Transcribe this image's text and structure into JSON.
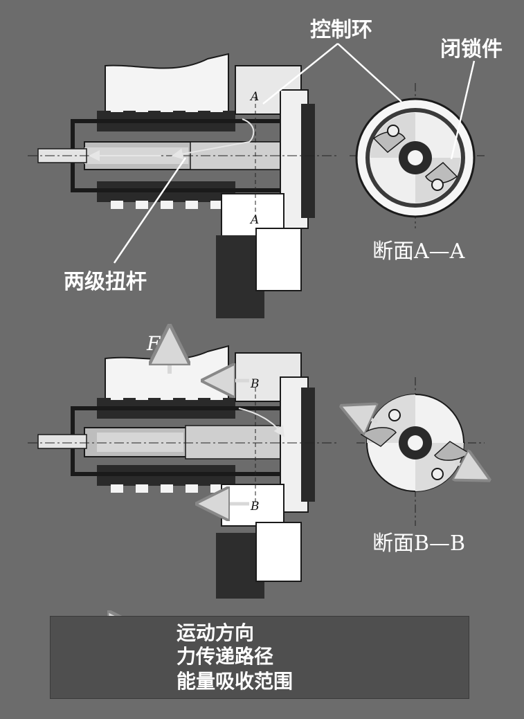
{
  "labels": {
    "control_ring": "控制环",
    "locking_part": "闭锁件",
    "two_stage_torsion_bar": "两级扭杆",
    "section_aa": "断面A—A",
    "section_bb": "断面B—B",
    "force": "F",
    "mark_a": "A",
    "mark_b": "B"
  },
  "legend": [
    {
      "label": "运动方向",
      "style": "hollow-arrow"
    },
    {
      "label": "力传递路径",
      "style": "thin-arrow"
    },
    {
      "label": "能量吸收范围",
      "style": "shaded-box"
    }
  ],
  "colors": {
    "background": "#6c6c6c",
    "metal_light": "#f4f4f4",
    "metal_dark": "#2a2a2a",
    "legend_bg": "#4f4f4f",
    "energy_zone": "#a9a9a9"
  }
}
